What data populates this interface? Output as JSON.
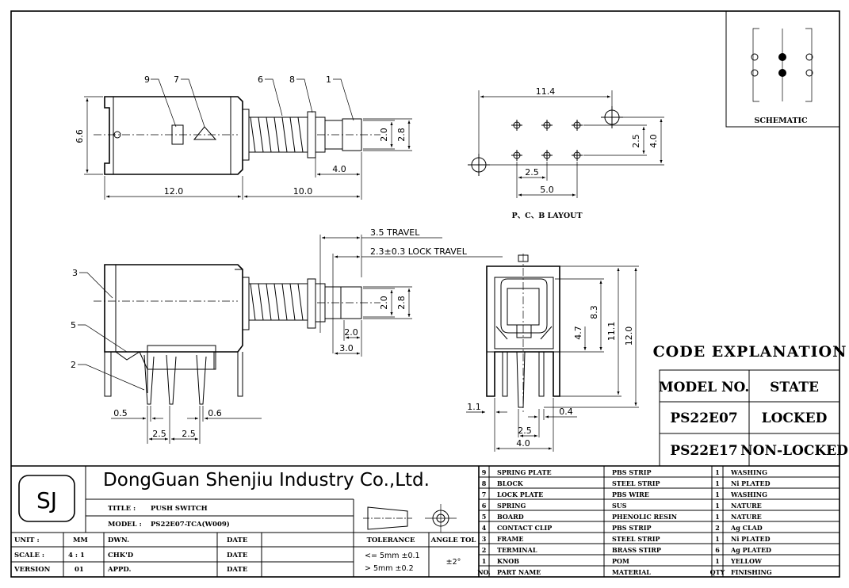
{
  "company": "DongGuan Shenjiu Industry Co.,Ltd.",
  "logo_text": "SJ",
  "title_block": {
    "title_label": "TITLE  :",
    "title_value": "PUSH SWITCH",
    "model_label": "MODEL  :",
    "model_value": "PS22E07-TCA(W009)",
    "unit_label": "UNIT   :",
    "unit_value": "MM",
    "scale_label": "SCALE  :",
    "scale_value": "4 : 1",
    "version_label": "VERSION",
    "version_value": "01",
    "dwn_label": "DWN.",
    "chkd_label": "CHK'D",
    "appd_label": "APPD.",
    "date_label": "DATE",
    "tolerance_label": "TOLERANCE",
    "angle_tol_label": "ANGLE TOL",
    "tol_line1": "<= 5mm  ±0.1",
    "tol_line2": "> 5mm  ±0.2",
    "angle_tol_value": "±2°"
  },
  "schematic_label": "SCHEMATIC",
  "layout_label": "P、C、B LAYOUT",
  "code_explanation": {
    "heading": "CODE EXPLANATION",
    "col_model": "MODEL NO.",
    "col_state": "STATE",
    "rows": [
      {
        "model": "PS22E07",
        "state": "LOCKED"
      },
      {
        "model": "PS22E17",
        "state": "NON-LOCKED"
      }
    ]
  },
  "bom": {
    "header": {
      "no": "NO.",
      "part": "PART NAME",
      "material": "MATERIAL",
      "qty": "QTY",
      "finish": "FINISHING"
    },
    "rows": [
      {
        "no": "9",
        "part": "SPRING PLATE",
        "material": "PBS STRIP",
        "qty": "1",
        "finish": "WASHING"
      },
      {
        "no": "8",
        "part": "BLOCK",
        "material": "STEEL STRIP",
        "qty": "1",
        "finish": "Ni PLATED"
      },
      {
        "no": "7",
        "part": "LOCK PLATE",
        "material": "PBS WIRE",
        "qty": "1",
        "finish": "WASHING"
      },
      {
        "no": "6",
        "part": "SPRING",
        "material": "SUS",
        "qty": "1",
        "finish": "NATURE"
      },
      {
        "no": "5",
        "part": "BOARD",
        "material": "PHENOLIC RESIN",
        "qty": "1",
        "finish": "NATURE"
      },
      {
        "no": "4",
        "part": "CONTACT CLIP",
        "material": "PBS STRIP",
        "qty": "2",
        "finish": "Ag CLAD"
      },
      {
        "no": "3",
        "part": "FRAME",
        "material": "STEEL STRIP",
        "qty": "1",
        "finish": "Ni PLATED"
      },
      {
        "no": "2",
        "part": "TERMINAL",
        "material": "BRASS STIRP",
        "qty": "6",
        "finish": "Ag PLATED"
      },
      {
        "no": "1",
        "part": "KNOB",
        "material": "POM",
        "qty": "1",
        "finish": "YELLOW"
      }
    ]
  },
  "dimensions": {
    "top_height": "6.6",
    "top_body_len": "12.0",
    "top_front_len": "10.0",
    "top_knob_len": "4.0",
    "top_knob_w1": "2.0",
    "top_knob_w2": "2.8",
    "travel": "3.5  TRAVEL",
    "lock_travel": "2.3±0.3  LOCK  TRAVEL",
    "side_knob_w1": "2.0",
    "side_knob_w2": "2.8",
    "side_2_0": "2.0",
    "side_3_0": "3.0",
    "side_0_5": "0.5",
    "side_0_6": "0.6",
    "side_pitch1": "2.5",
    "side_pitch2": "2.5",
    "pcb_width": "11.4",
    "pcb_height": "4.0",
    "pcb_row": "2.5",
    "pcb_pitch": "2.5",
    "pcb_span": "5.0",
    "front_8_3": "8.3",
    "front_4_7": "4.7",
    "front_11_1": "11.1",
    "front_12_0": "12.0",
    "front_1_1": "1.1",
    "front_0_4": "0.4",
    "front_2_5": "2.5",
    "front_4_0": "4.0"
  },
  "callouts": {
    "c9": "9",
    "c7": "7",
    "c6": "6",
    "c8": "8",
    "c1": "1",
    "c3": "3",
    "c5": "5",
    "c2": "2"
  }
}
